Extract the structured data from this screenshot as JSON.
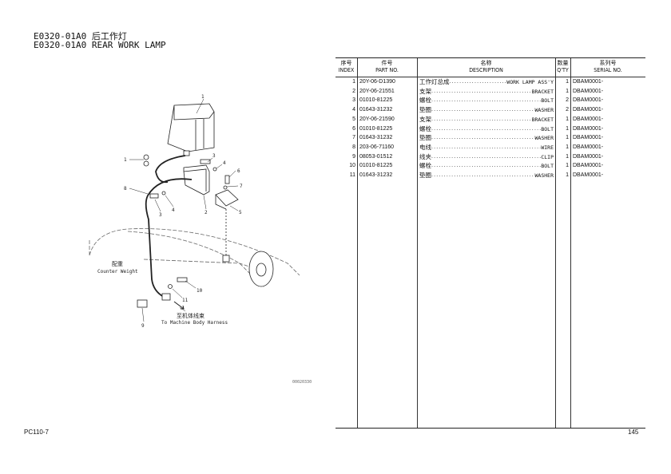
{
  "header": {
    "title_cn": "E0320-01A0 后工作灯",
    "title_en": "E0320-01A0 REAR WORK LAMP"
  },
  "table": {
    "columns": [
      {
        "cn": "序号",
        "en": "INDEX"
      },
      {
        "cn": "件号",
        "en": "PART NO."
      },
      {
        "cn": "名称",
        "en": "DESCRIPTION"
      },
      {
        "cn": "数量",
        "en": "Q'TY"
      },
      {
        "cn": "系列号",
        "en": "SERIAL NO."
      }
    ],
    "rows": [
      {
        "index": "1",
        "part": "20Y-06-D1390",
        "cn": "工作灯总成",
        "en": "WORK LAMP ASS'Y",
        "qty": "1",
        "serial": "DBAM0001-"
      },
      {
        "index": "2",
        "part": "20Y-06-21551",
        "cn": "支架",
        "en": "BRACKET",
        "qty": "1",
        "serial": "DBAM0001-"
      },
      {
        "index": "3",
        "part": "01010-81225",
        "cn": "螺栓",
        "en": "BOLT",
        "qty": "2",
        "serial": "DBAM0001-"
      },
      {
        "index": "4",
        "part": "01643-31232",
        "cn": "垫圈",
        "en": "WASHER",
        "qty": "2",
        "serial": "DBAM0001-"
      },
      {
        "index": "5",
        "part": "20Y-06-21590",
        "cn": "支架",
        "en": "BRACKET",
        "qty": "1",
        "serial": "DBAM0001-"
      },
      {
        "index": "6",
        "part": "01010-81225",
        "cn": "螺栓",
        "en": "BOLT",
        "qty": "1",
        "serial": "DBAM0001-"
      },
      {
        "index": "7",
        "part": "01643-31232",
        "cn": "垫圈",
        "en": "WASHER",
        "qty": "1",
        "serial": "DBAM0001-"
      },
      {
        "index": "8",
        "part": "203-06-71160",
        "cn": "电线",
        "en": "WIRE",
        "qty": "1",
        "serial": "DBAM0001-"
      },
      {
        "index": "9",
        "part": "08053-01512",
        "cn": "线夹",
        "en": "CLIP",
        "qty": "1",
        "serial": "DBAM0001-"
      },
      {
        "index": "10",
        "part": "01010-81225",
        "cn": "螺栓",
        "en": "BOLT",
        "qty": "1",
        "serial": "DBAM0001-"
      },
      {
        "index": "11",
        "part": "01643-31232",
        "cn": "垫圈",
        "en": "WASHER",
        "qty": "1",
        "serial": "DBAM0001-"
      }
    ]
  },
  "diagram": {
    "callouts": [
      "1",
      "1",
      "3",
      "4",
      "6",
      "7",
      "8",
      "4",
      "3",
      "2",
      "5",
      "10",
      "11",
      "9"
    ],
    "counterweight_cn": "配重",
    "counterweight_en": "Counter Weight",
    "harness_cn": "至机体线束",
    "harness_en": "To Machine Body Harness",
    "illustration_code": "00020330"
  },
  "footer": {
    "model": "PC110-7",
    "page": "145"
  }
}
